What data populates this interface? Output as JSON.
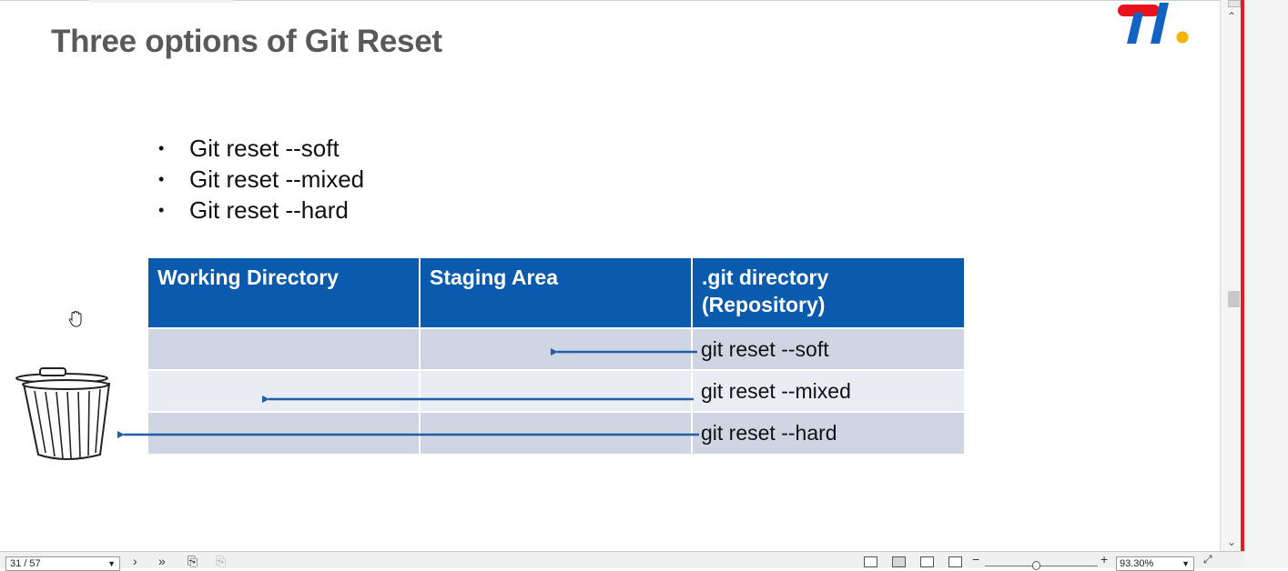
{
  "slide": {
    "title": "Three options of Git Reset",
    "bullets": [
      "Git reset --soft",
      "Git reset --mixed",
      "Git reset --hard"
    ],
    "table": {
      "headers": [
        "Working Directory",
        "Staging Area",
        ".git directory\n(Repository)"
      ],
      "commands": [
        "git reset --soft",
        "git reset --mixed",
        "git reset --hard"
      ]
    },
    "colors": {
      "header_blue": "#0a5aad",
      "arrow_blue": "#1f5fa8",
      "row_dark": "#cfd5e3",
      "row_light": "#e9ecf3",
      "title_gray": "#595959"
    },
    "icons": [
      "logo-mark",
      "trash-can-icon",
      "hand-cursor-icon"
    ]
  },
  "status_bar": {
    "page_indicator": "31 / 57",
    "zoom_value": "93.30%",
    "zoom_minus": "−",
    "zoom_plus": "+"
  }
}
